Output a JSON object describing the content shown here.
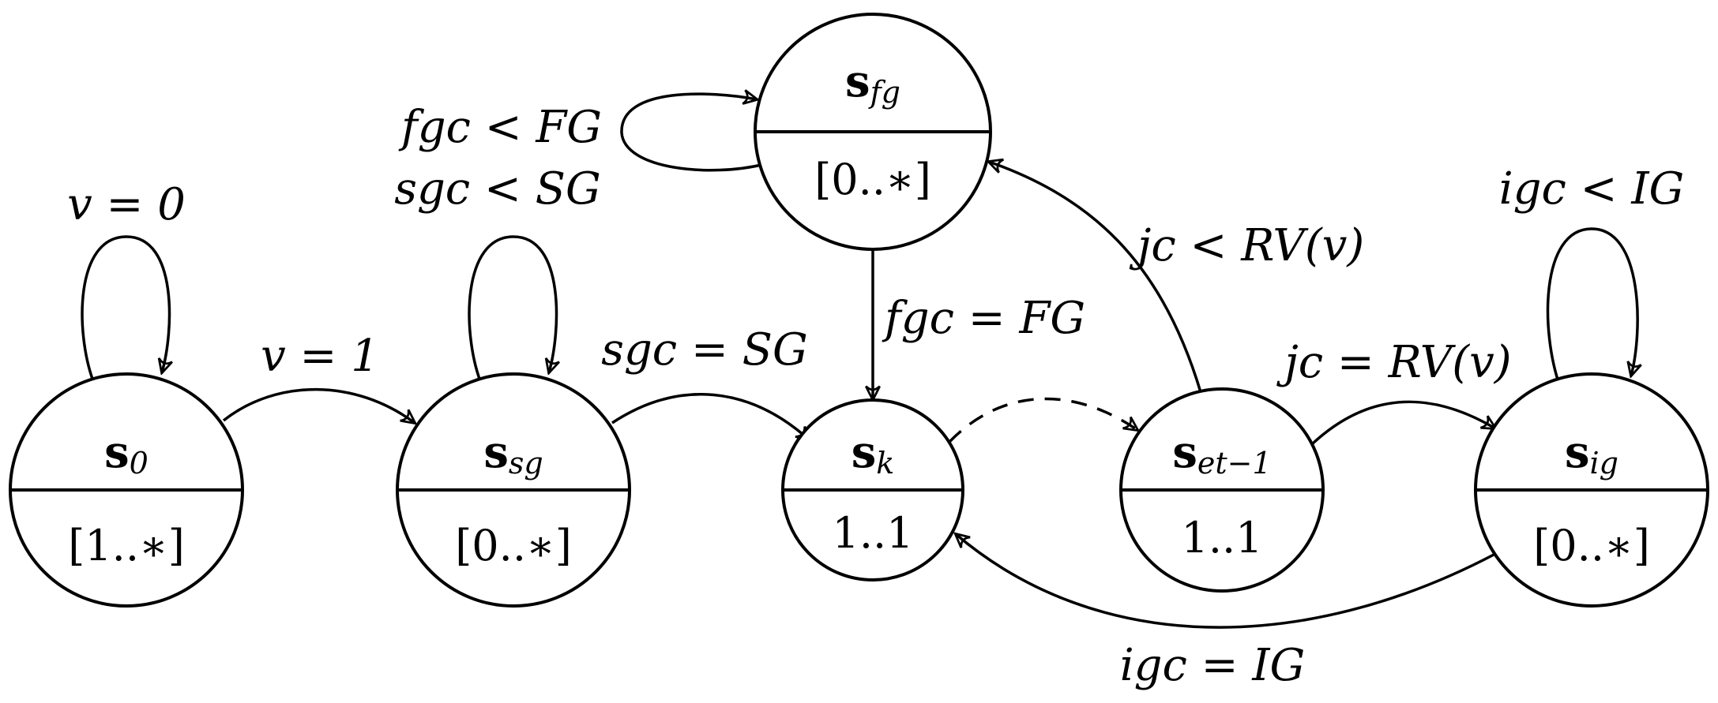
{
  "states": {
    "s0": {
      "name": "s",
      "sub": "0",
      "multiplicity": "[1..∗]"
    },
    "ssg": {
      "name": "s",
      "sub": "sg",
      "multiplicity": "[0..∗]"
    },
    "sk": {
      "name": "s",
      "sub": "k",
      "multiplicity": "1..1"
    },
    "set1": {
      "name": "s",
      "sub": "et−1",
      "multiplicity": "1..1"
    },
    "sig": {
      "name": "s",
      "sub": "ig",
      "multiplicity": "[0..∗]"
    },
    "sfg": {
      "name": "s",
      "sub": "fg",
      "multiplicity": "[0..∗]"
    }
  },
  "transitions": {
    "s0_self": "v = 0",
    "s0_to_ssg": "v = 1",
    "ssg_self_line1": "fgc < FG",
    "ssg_self_line2": "sgc < SG",
    "ssg_to_sk": "sgc = SG",
    "sfg_to_sk": "fgc = FG",
    "set1_to_sfg": "jc < RV(v)",
    "set1_to_sig": "jc = RV(v)",
    "sig_self": "igc < IG",
    "sig_to_sk": "igc = IG"
  }
}
